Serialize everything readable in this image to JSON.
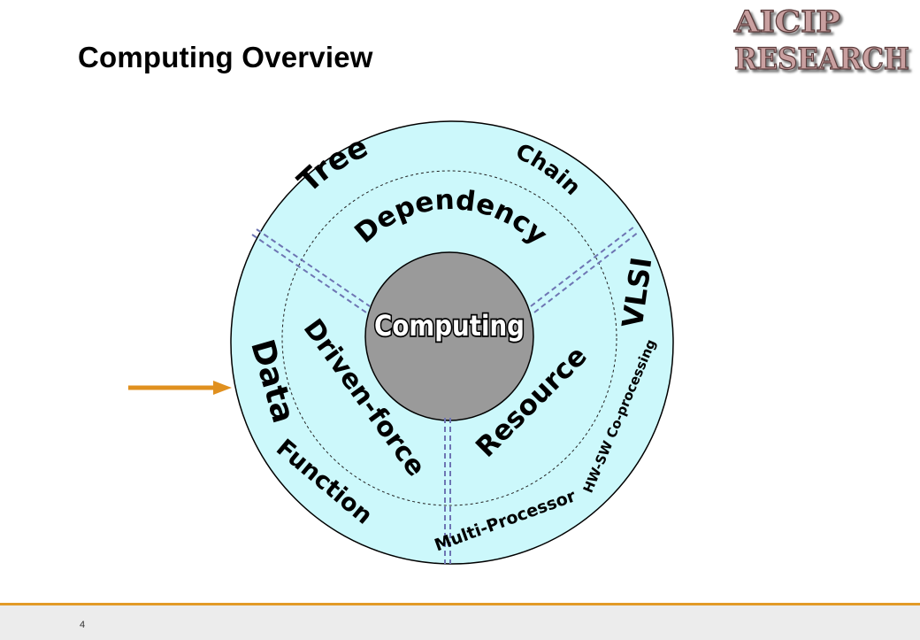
{
  "slide": {
    "title": "Computing Overview",
    "page_number": "4"
  },
  "logo": {
    "line1": "AICIP",
    "line2": "RESEARCH"
  },
  "diagram": {
    "center": "Computing",
    "middle_ring": [
      "Dependency",
      "Driven-force",
      "Resource"
    ],
    "outer_ring": [
      "Tree",
      "Chain",
      "VLSI",
      "HW-SW Co-processing",
      "Multi-Processor",
      "Function",
      "Data"
    ]
  },
  "colors": {
    "ring_fill": "#ccf8fb",
    "center_fill": "#9a9a9a",
    "divider": "#6e75b3",
    "arrow": "#e0901f",
    "footer_line": "#e29a27"
  }
}
